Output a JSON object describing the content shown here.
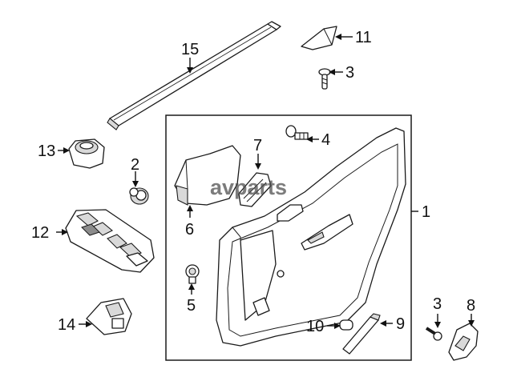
{
  "watermark": "avparts",
  "callouts": {
    "c1": "1",
    "c2": "2",
    "c3a": "3",
    "c3b": "3",
    "c4": "4",
    "c5": "5",
    "c6": "6",
    "c7": "7",
    "c8": "8",
    "c9": "9",
    "c10": "10",
    "c11": "11",
    "c12": "12",
    "c13": "13",
    "c14": "14",
    "c15": "15"
  }
}
